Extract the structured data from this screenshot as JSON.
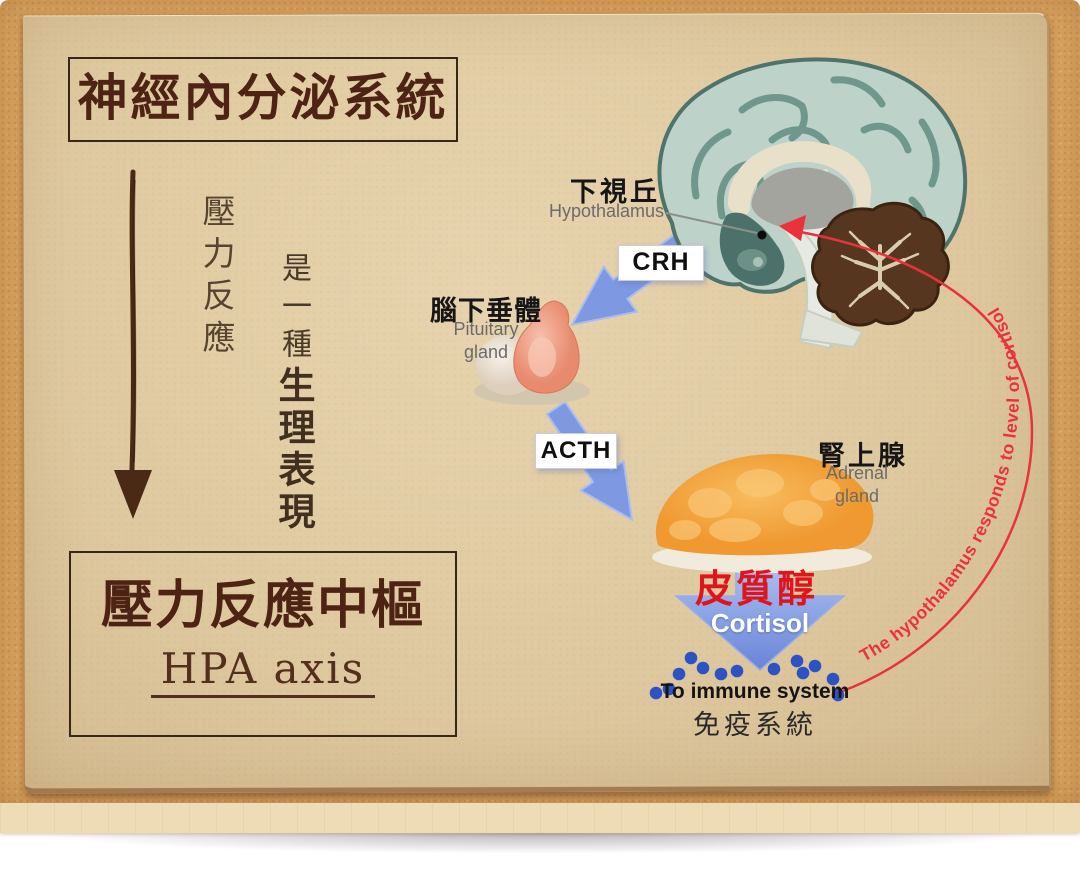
{
  "slide": {
    "title": "神經內分泌系統",
    "left": {
      "stress": "壓力反應",
      "phrase_normal": "是一種",
      "phrase_bold": "生理表現",
      "box_title": "壓力反應中樞",
      "box_subtitle": "HPA axis"
    },
    "diagram": {
      "hypothalamus_zh": "下視丘",
      "hypothalamus_en": "Hypothalamus",
      "crh": "CRH",
      "pituitary_zh": "腦下垂體",
      "pituitary_en1": "Pituitary",
      "pituitary_en2": "gland",
      "acth": "ACTH",
      "adrenal_zh": "腎上腺",
      "adrenal_en1": "Adrenal",
      "adrenal_en2": "gland",
      "cortisol_zh": "皮質醇",
      "cortisol_en": "Cortisol",
      "immune_en": "To immune system",
      "immune_zh": "免疫系統",
      "feedback": "The hypothalamus responds to level of cortisol"
    },
    "colors": {
      "paper": "#decaa2",
      "board": "#d9a360",
      "ink_brown": "#4d2413",
      "arrow_blue": "#7e99e2",
      "dot_blue": "#2d52c4",
      "feedback_red": "#e8323c",
      "cortisol_red": "#e0141c",
      "label_black": "#161616",
      "label_gray": "#6b6b6b",
      "brain_sage": "#bdd2c9",
      "cerebellum_brown": "#573620",
      "adrenal_orange": "#f2a23c"
    }
  }
}
